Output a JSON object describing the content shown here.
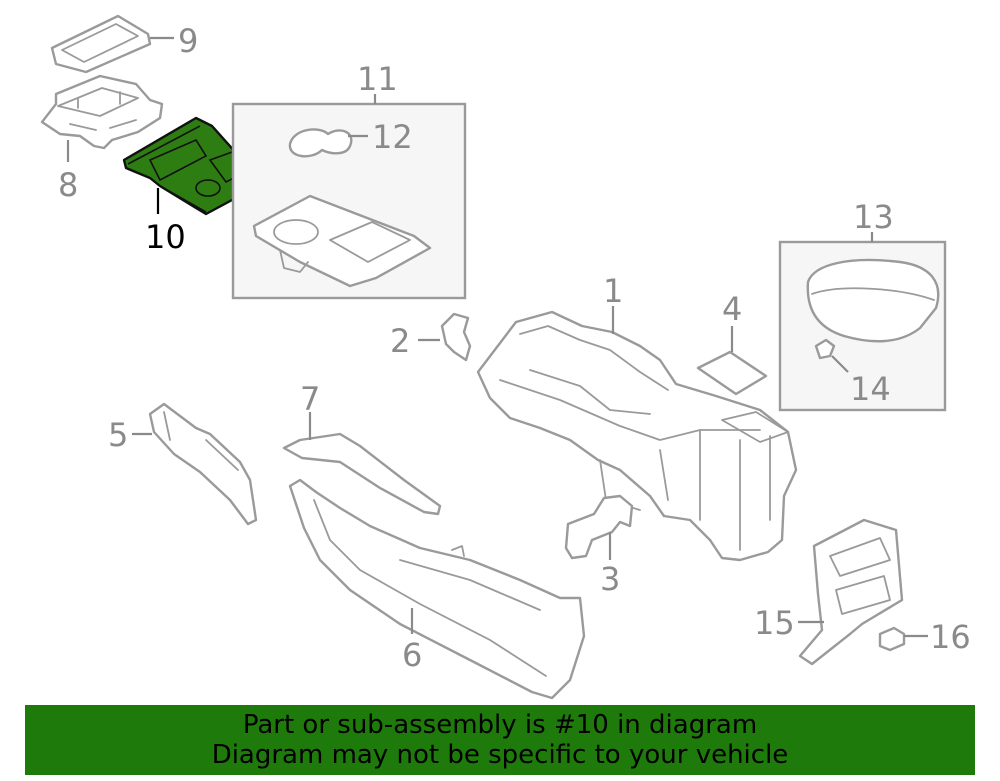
{
  "colors": {
    "line": "#9a9a9a",
    "highlight_fill": "#2e7d12",
    "banner_bg": "#1f7a0c",
    "banner_text": "#000000"
  },
  "callouts": {
    "c1": "1",
    "c2": "2",
    "c3": "3",
    "c4": "4",
    "c5": "5",
    "c6": "6",
    "c7": "7",
    "c8": "8",
    "c9": "9",
    "c10": "10",
    "c11": "11",
    "c12": "12",
    "c13": "13",
    "c14": "14",
    "c15": "15",
    "c16": "16"
  },
  "selected_part": "10",
  "banner": {
    "line1": "Part or sub-assembly is #10 in diagram",
    "line2": "Diagram may not be specific to your vehicle"
  }
}
